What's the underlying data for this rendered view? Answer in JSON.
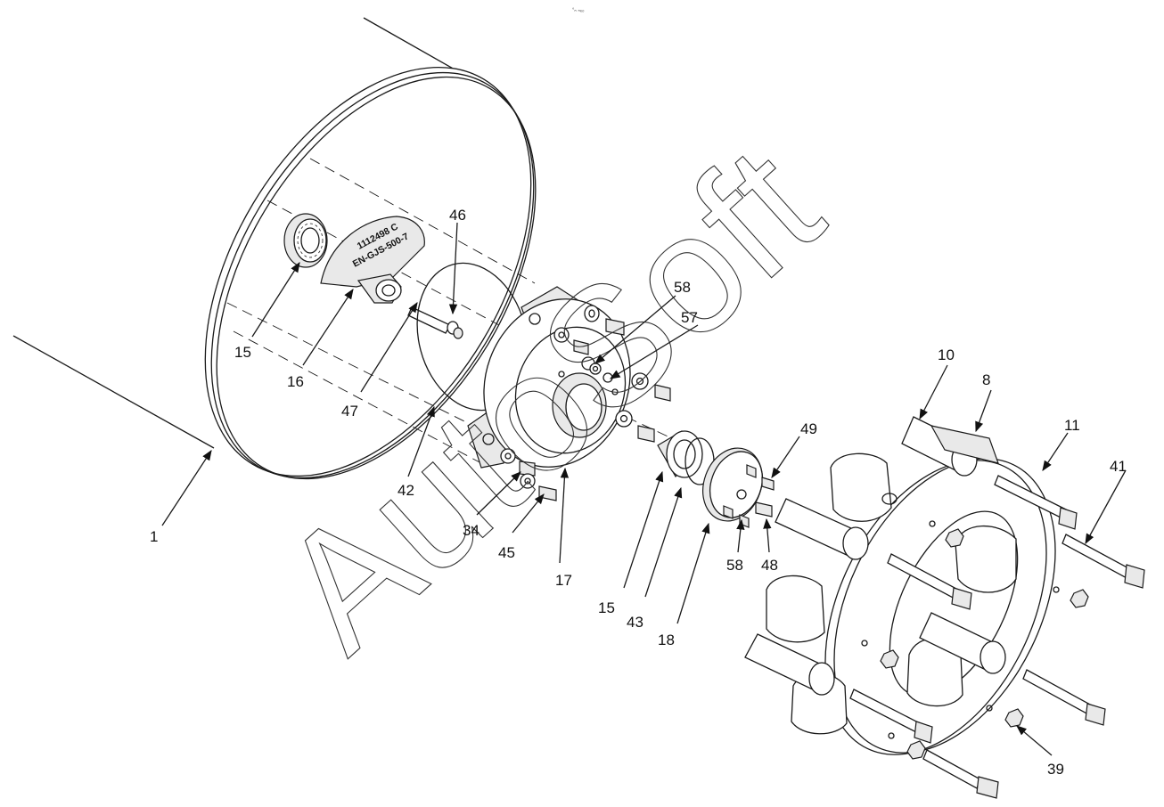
{
  "header_mark": "°ₙ ₙₑₒ",
  "watermark": "AutoSoft",
  "casting_marks": {
    "line1": "1112498 C",
    "line2": "EN-GJS-500-7"
  },
  "callouts": [
    "1",
    "8",
    "10",
    "11",
    "15",
    "16",
    "17",
    "15",
    "18",
    "34",
    "39",
    "41",
    "42",
    "43",
    "45",
    "46",
    "47",
    "48",
    "49",
    "57",
    "58",
    "58"
  ]
}
